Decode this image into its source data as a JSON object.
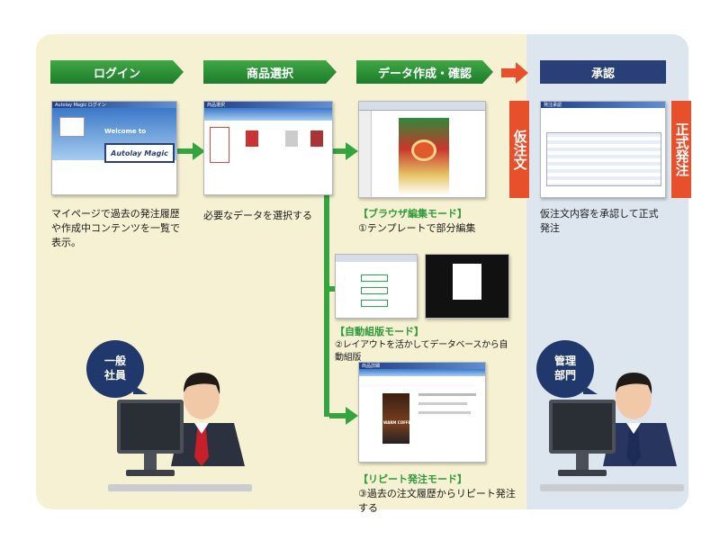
{
  "steps": {
    "login": "ログイン",
    "product_select": "商品選択",
    "data_create": "データ作成・確認",
    "approval": "承認"
  },
  "tags": {
    "provisional": "仮注文",
    "official": "正式発注"
  },
  "descriptions": {
    "login": "マイページで過去の発注履歴や作成中コンテンツを一覧で表示。",
    "product_select": "必要なデータを選択する",
    "approval": "仮注文内容を承認して正式発注"
  },
  "modes": {
    "browser": {
      "title": "【ブラウザ編集モード】",
      "desc": "①テンプレートで部分編集"
    },
    "auto": {
      "title": "【自動組版モード】",
      "desc": "②レイアウトを活かしてデータベースから自動組版"
    },
    "repeat": {
      "title": "【リピート発注モード】",
      "desc": "③過去の注文履歴からリピート発注する"
    }
  },
  "screens": {
    "login_logo": "Autolay Magic",
    "login_welcome": "Welcome to",
    "login_header": "Autolay Magic ログイン",
    "product_header": "商品選択",
    "coffee_label": "WARM COFFEE",
    "repeat_header": "商品詳細",
    "approval_header": "発注承認"
  },
  "people": {
    "general": {
      "line1": "一般",
      "line2": "社員"
    },
    "manager": {
      "line1": "管理",
      "line2": "部門"
    }
  },
  "colors": {
    "green": "#2c9b39",
    "navy": "#2a3f77",
    "red": "#e8502c",
    "left_bg": "#f6f1d2",
    "right_bg": "#dde6ef"
  }
}
